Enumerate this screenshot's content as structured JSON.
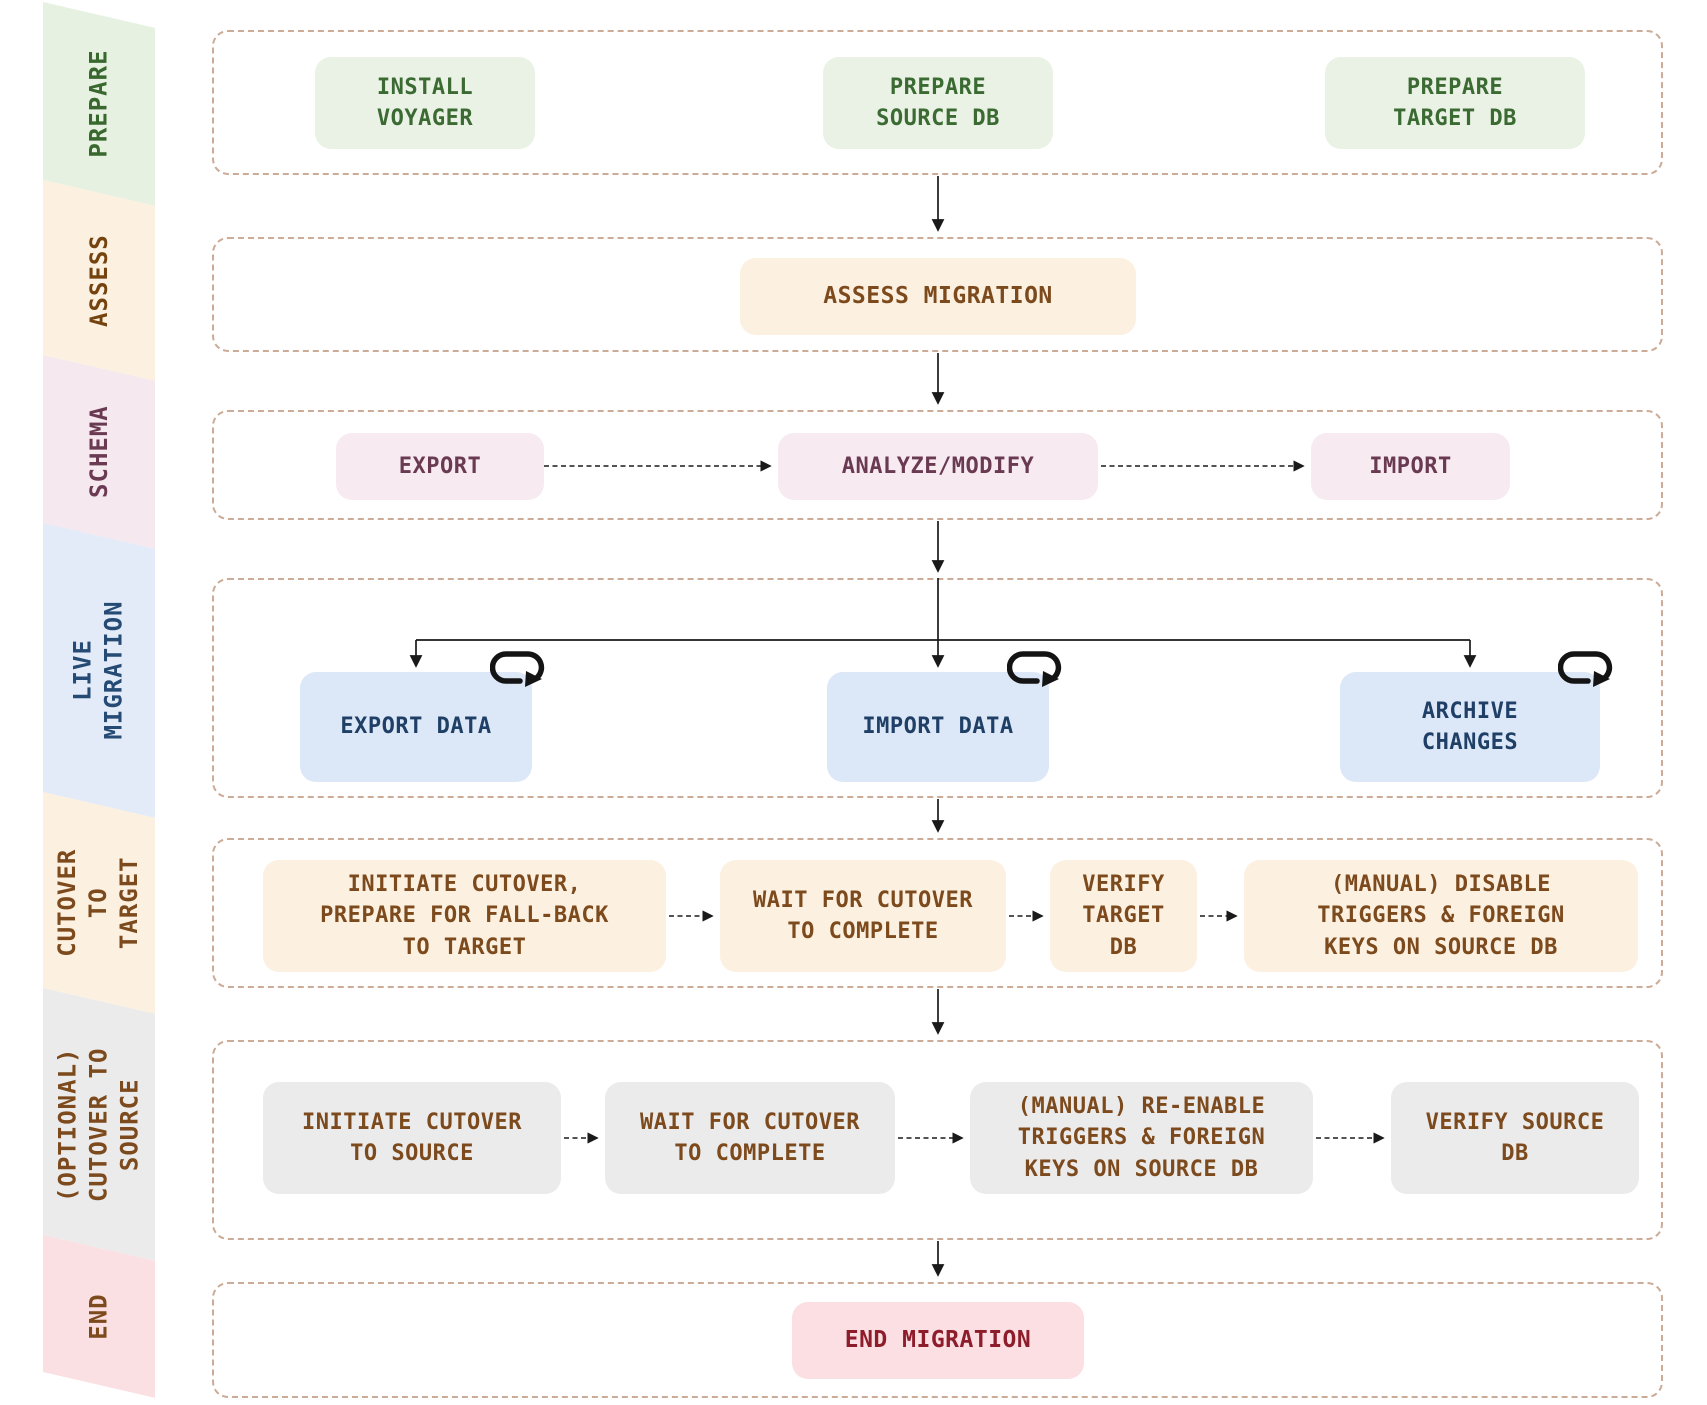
{
  "stages": [
    {
      "id": "prepare",
      "label": "PREPARE",
      "band": {
        "bg": "#e7f1e2",
        "text": "#39682f"
      },
      "box_style": {
        "bg": "#e9f2e4",
        "text": "#3b6a33"
      },
      "boxes": [
        {
          "id": "install-voyager",
          "label": "INSTALL\nVOYAGER"
        },
        {
          "id": "prepare-source-db",
          "label": "PREPARE\nSOURCE DB"
        },
        {
          "id": "prepare-target-db",
          "label": "PREPARE\nTARGET DB"
        }
      ]
    },
    {
      "id": "assess",
      "label": "ASSESS",
      "band": {
        "bg": "#fcf1e1",
        "text": "#74430f"
      },
      "box_style": {
        "bg": "#fcf0e0",
        "text": "#7c4a1d"
      },
      "boxes": [
        {
          "id": "assess-migration",
          "label": "ASSESS MIGRATION"
        }
      ]
    },
    {
      "id": "schema",
      "label": "SCHEMA",
      "band": {
        "bg": "#f5e8ee",
        "text": "#693a52"
      },
      "box_style": {
        "bg": "#f7eaf1",
        "text": "#693a52"
      },
      "boxes": [
        {
          "id": "export-schema",
          "label": "EXPORT"
        },
        {
          "id": "analyze-modify",
          "label": "ANALYZE/MODIFY"
        },
        {
          "id": "import-schema",
          "label": "IMPORT"
        }
      ]
    },
    {
      "id": "live-migration",
      "label": "LIVE\nMIGRATION",
      "band": {
        "bg": "#e3ebf8",
        "text": "#254a73"
      },
      "box_style": {
        "bg": "#dce7f7",
        "text": "#1f3f66"
      },
      "boxes": [
        {
          "id": "export-data",
          "label": "EXPORT DATA",
          "loop": true
        },
        {
          "id": "import-data",
          "label": "IMPORT DATA",
          "loop": true
        },
        {
          "id": "archive-changes",
          "label": "ARCHIVE\nCHANGES",
          "loop": true
        }
      ]
    },
    {
      "id": "cutover-to-target",
      "label": "CUTOVER TO\nTARGET",
      "band": {
        "bg": "#fcf0e0",
        "text": "#7c4a1d"
      },
      "box_style": {
        "bg": "#fcf0e0",
        "text": "#7c4a1d"
      },
      "boxes": [
        {
          "id": "initiate-cutover-target",
          "label": "INITIATE CUTOVER,\nPREPARE FOR FALL-BACK\nTO TARGET"
        },
        {
          "id": "wait-cutover-target",
          "label": "WAIT FOR CUTOVER\nTO COMPLETE"
        },
        {
          "id": "verify-target-db",
          "label": "VERIFY\nTARGET\nDB"
        },
        {
          "id": "manual-disable-triggers",
          "label": "(MANUAL) DISABLE\nTRIGGERS & FOREIGN\nKEYS ON SOURCE DB"
        }
      ]
    },
    {
      "id": "cutover-to-source",
      "label": "(OPTIONAL)\nCUTOVER TO\nSOURCE",
      "band": {
        "bg": "#ebebeb",
        "text": "#7c4a1d"
      },
      "box_style": {
        "bg": "#ebebeb",
        "text": "#7c4a1d"
      },
      "boxes": [
        {
          "id": "initiate-cutover-source",
          "label": "INITIATE CUTOVER\nTO SOURCE"
        },
        {
          "id": "wait-cutover-source",
          "label": "WAIT FOR CUTOVER\nTO COMPLETE"
        },
        {
          "id": "manual-reenable-triggers",
          "label": "(MANUAL) RE-ENABLE\nTRIGGERS & FOREIGN\nKEYS ON SOURCE DB"
        },
        {
          "id": "verify-source-db",
          "label": "VERIFY SOURCE\nDB"
        }
      ]
    },
    {
      "id": "end",
      "label": "END",
      "band": {
        "bg": "#fbe0e3",
        "text": "#7c4a1d"
      },
      "box_style": {
        "bg": "#fbdfe3",
        "text": "#8e1d2c"
      },
      "boxes": [
        {
          "id": "end-migration",
          "label": "END MIGRATION"
        }
      ]
    }
  ],
  "icons": {
    "repeat_loop": "repeat-loop-icon",
    "arrow_color": "#1a1a1a",
    "row_border_color": "#ccab97"
  }
}
